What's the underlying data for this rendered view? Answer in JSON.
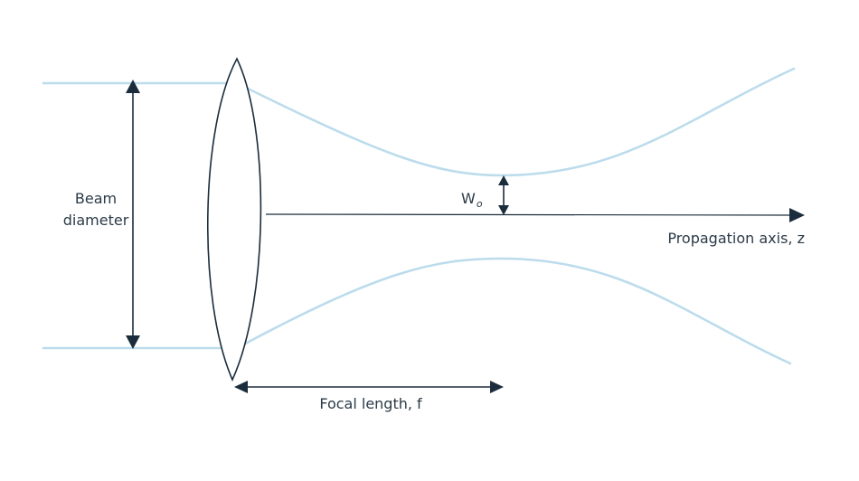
{
  "labels": {
    "beam_diameter_line1": "Beam",
    "beam_diameter_line2": "diameter",
    "waist_symbol": "W",
    "waist_subscript": "o",
    "propagation_axis": "Propagation axis, z",
    "focal_length": "Focal length, f"
  },
  "colors": {
    "beam": "#bcdcec",
    "ink": "#1b2d3c",
    "text": "#2b3a47"
  }
}
